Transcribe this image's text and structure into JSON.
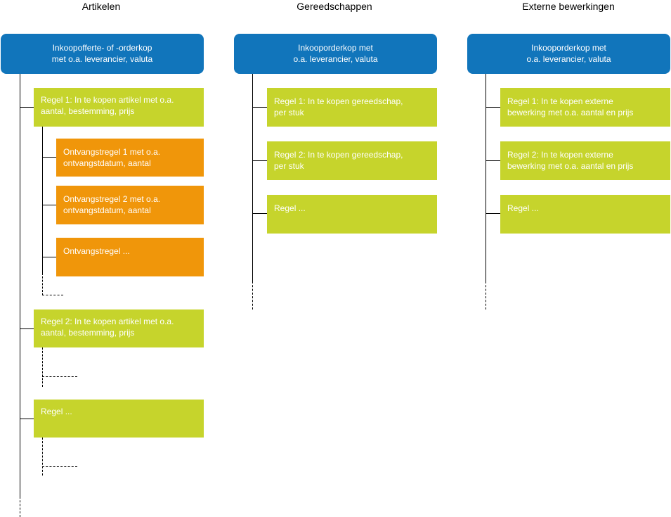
{
  "colors": {
    "header": "#1175bb",
    "line": "#c6d42c",
    "receipt": "#f0960a",
    "connector": "#000000"
  },
  "columns": [
    {
      "title": "Artikelen",
      "header": "Inkoopofferte- of -orderkop\nmet o.a. leverancier, valuta",
      "lines": [
        {
          "text": "Regel 1: In te kopen artikel met o.a.\naantal, bestemming, prijs",
          "receipts": [
            "Ontvangstregel 1 met o.a.\nontvangstdatum, aantal",
            "Ontvangstregel 2 met o.a.\nontvangstdatum, aantal",
            "Ontvangstregel ..."
          ]
        },
        {
          "text": "Regel 2: In te kopen artikel met o.a.\naantal, bestemming, prijs"
        },
        {
          "text": "Regel ..."
        }
      ]
    },
    {
      "title": "Gereedschappen",
      "header": "Inkooporderkop met\no.a. leverancier, valuta",
      "lines": [
        {
          "text": "Regel 1: In te kopen gereedschap,\nper stuk"
        },
        {
          "text": "Regel 2: In te kopen gereedschap,\nper stuk"
        },
        {
          "text": "Regel ..."
        }
      ]
    },
    {
      "title": "Externe bewerkingen",
      "header": "Inkooporderkop met\no.a. leverancier, valuta",
      "lines": [
        {
          "text": "Regel 1: In te kopen externe\nbewerking met o.a. aantal en prijs"
        },
        {
          "text": "Regel 2: In te kopen externe\nbewerking met o.a. aantal en prijs"
        },
        {
          "text": "Regel ..."
        }
      ]
    }
  ]
}
